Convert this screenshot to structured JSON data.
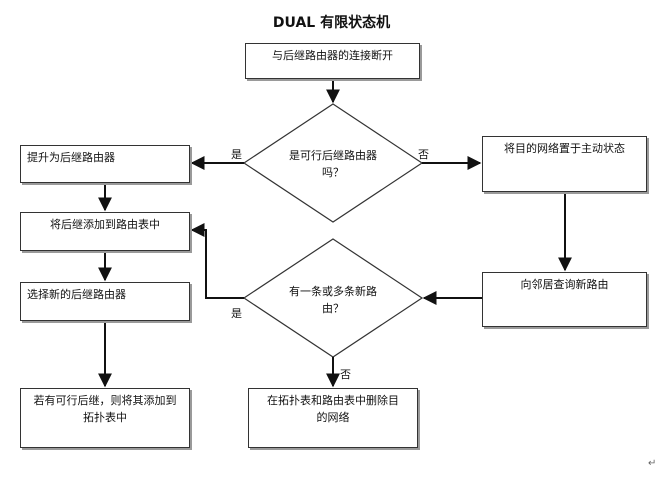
{
  "title": "DUAL 有限状态机",
  "nodes": {
    "start": "与后继路由器的连接断开",
    "decision1": [
      "是可行后继路由器",
      "吗？"
    ],
    "promote": "提升为后继路由器",
    "add_to_table": "将后继添加到路由表中",
    "select_new": "选择新的后继路由器",
    "if_feasible": [
      "若有可行后继，则将其添加到",
      "拓扑表中"
    ],
    "active_state": "将目的网络置于主动状态",
    "query": "向邻居查询新路由",
    "decision2": [
      "有一条或多条新路",
      "由？"
    ],
    "delete": [
      "在拓扑表和路由表中删除目",
      "的网络"
    ]
  },
  "edge_labels": {
    "d1_yes": "是",
    "d1_no": "否",
    "d2_yes": "是",
    "d2_no": "否"
  },
  "corner_mark": "↵"
}
